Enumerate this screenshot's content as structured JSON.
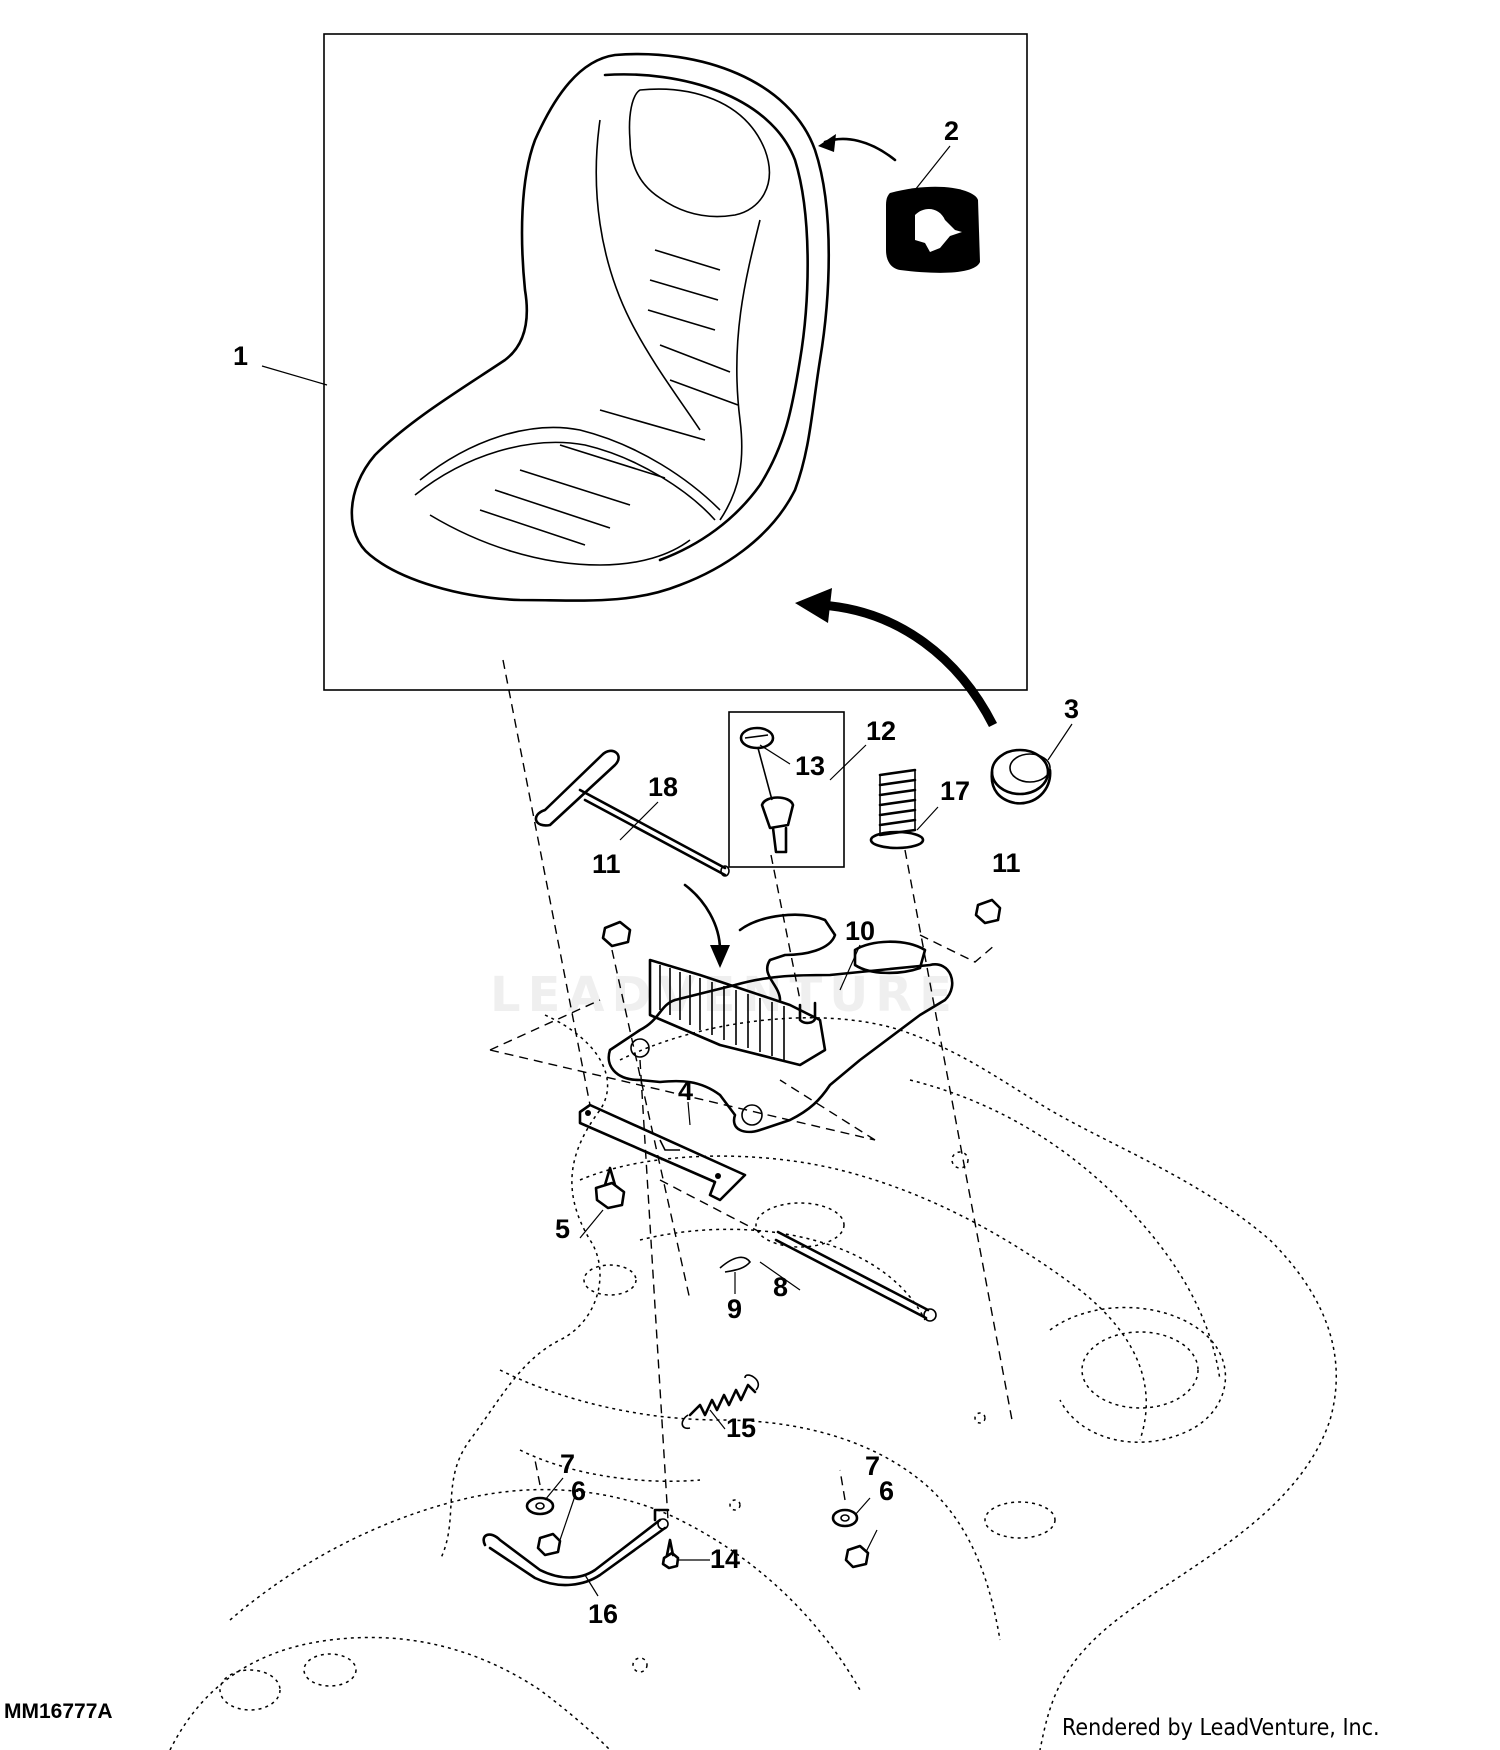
{
  "figure_code": "MM16777A",
  "credit": "Rendered by LeadVenture, Inc.",
  "watermark": "LEADVENTURE",
  "callouts": [
    "1",
    "2",
    "3",
    "4",
    "5",
    "6",
    "6",
    "7",
    "7",
    "8",
    "9",
    "10",
    "11",
    "11",
    "12",
    "13",
    "14",
    "15",
    "16",
    "17",
    "18"
  ],
  "parts": [
    {
      "id": "1",
      "name": "seat"
    },
    {
      "id": "2",
      "name": "emblem"
    },
    {
      "id": "3",
      "name": "knob"
    },
    {
      "id": "4",
      "name": "bracket"
    },
    {
      "id": "5",
      "name": "bolt"
    },
    {
      "id": "6",
      "name": "nut"
    },
    {
      "id": "7",
      "name": "washer"
    },
    {
      "id": "8",
      "name": "pivot-rod"
    },
    {
      "id": "9",
      "name": "pin"
    },
    {
      "id": "10",
      "name": "seat-base"
    },
    {
      "id": "11",
      "name": "nut"
    },
    {
      "id": "12",
      "name": "adjuster-kit"
    },
    {
      "id": "13",
      "name": "cap"
    },
    {
      "id": "14",
      "name": "screw"
    },
    {
      "id": "15",
      "name": "spring"
    },
    {
      "id": "16",
      "name": "rod"
    },
    {
      "id": "17",
      "name": "spring"
    },
    {
      "id": "18",
      "name": "t-handle"
    }
  ]
}
